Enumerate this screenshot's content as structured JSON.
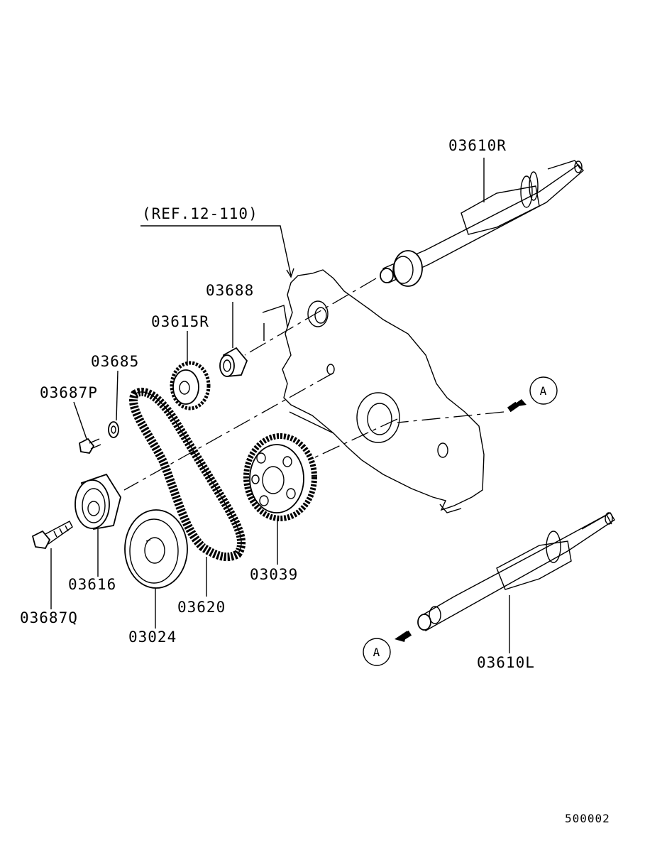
{
  "labels": {
    "ref": "(REF.12-110)",
    "shaft_r": "03610R",
    "shaft_l": "03610L",
    "bushing": "03688",
    "sprocket_small": "03615R",
    "washer": "03685",
    "bolt_small": "03687P",
    "tensioner": "03616",
    "bolt_long": "03687Q",
    "belt": "03620",
    "sprocket_large": "03039",
    "pulley": "03024",
    "marker_a": "A",
    "diagram_code": "500002"
  }
}
